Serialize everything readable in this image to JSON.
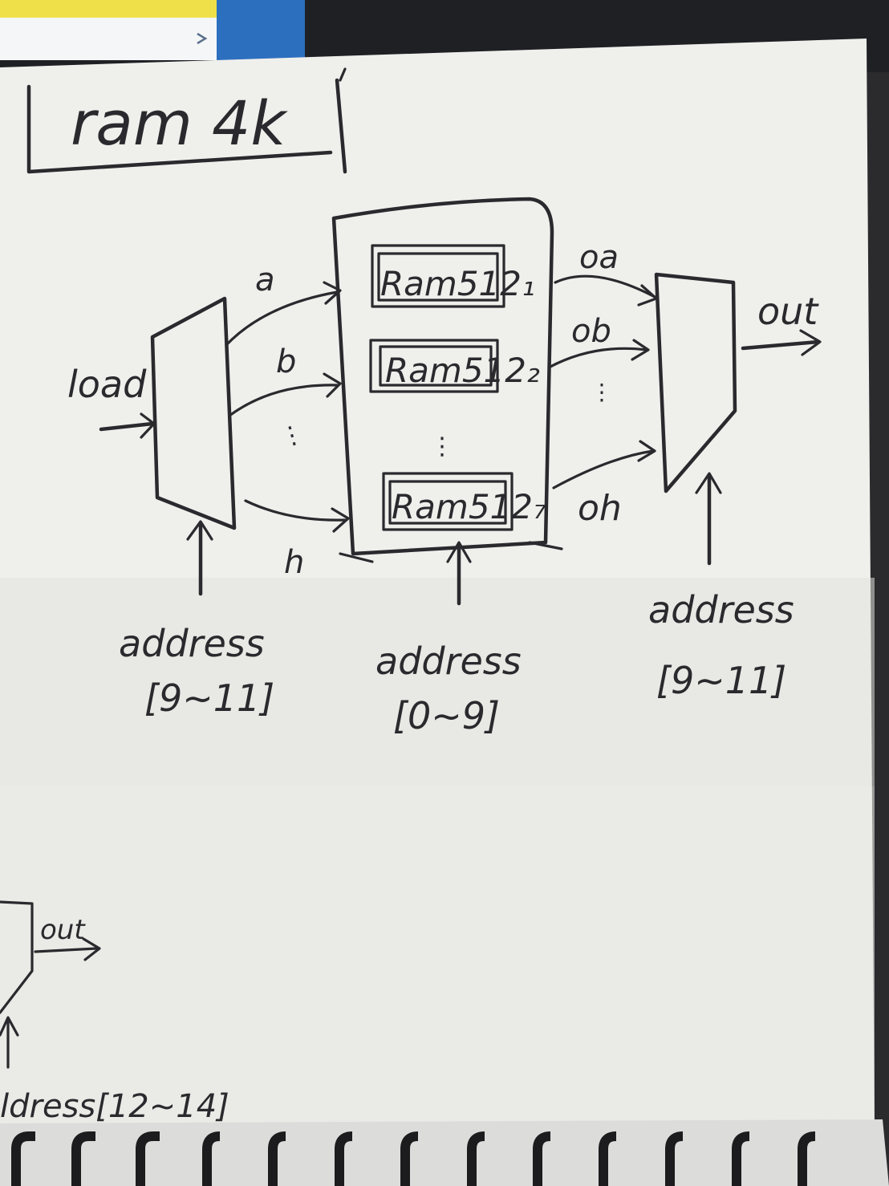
{
  "colors": {
    "paper": "#efefec",
    "paper_shade": "#dcdcda",
    "ink": "#2a2a2e",
    "backdrop": "#2b2b2e",
    "monitor_blue": "#2d6fbf",
    "monitor_yellow": "#efe04a",
    "screen_white": "#f4f6f8",
    "spiral_ring": "#1c1c1e"
  },
  "diagram": {
    "title": "ram 4k",
    "load_label": "load",
    "dmux_outputs": [
      "a",
      "b",
      "⋮",
      "h"
    ],
    "ram_blocks": [
      "Ram512₁",
      "Ram512₂",
      "⋮",
      "Ram512₇"
    ],
    "mux_inputs": [
      "oa",
      "ob",
      "⋮",
      "oh"
    ],
    "out_label": "out",
    "dmux_select": {
      "label": "address",
      "range": "[9~11]"
    },
    "ram_select": {
      "label": "address",
      "range": "[0~9]"
    },
    "mux_select": {
      "label": "address",
      "range": "[9~11]"
    },
    "partial_previous": {
      "out_label": "out",
      "select_label": "ldress[12~14]"
    }
  },
  "monitor": {
    "icons": [
      "chevron-right-icon"
    ]
  }
}
